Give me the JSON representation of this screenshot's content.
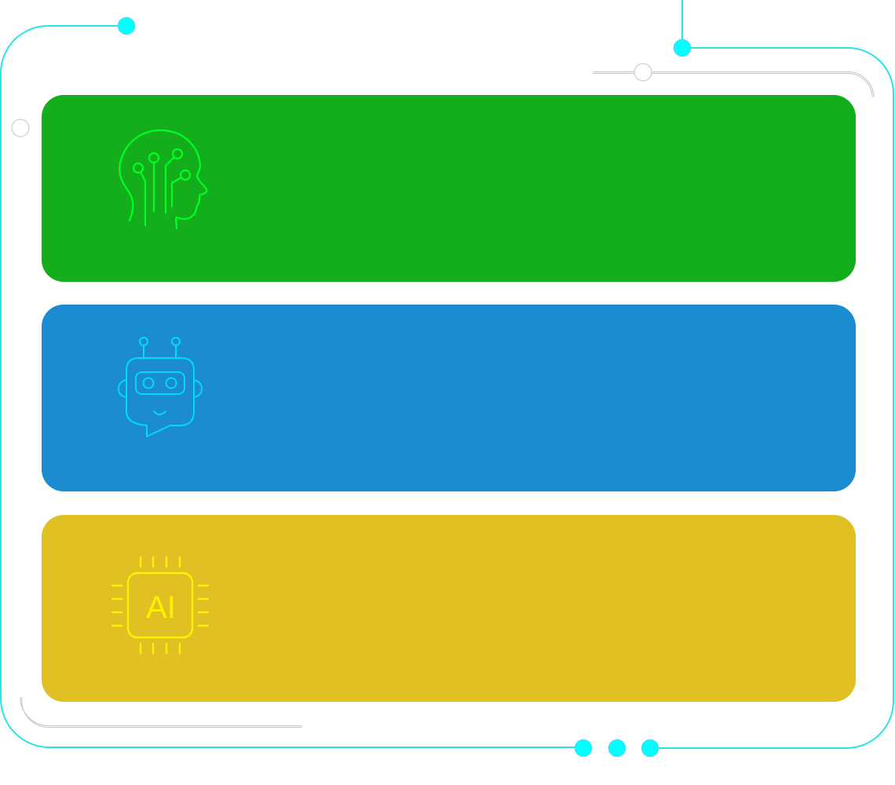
{
  "frame": {
    "accent_color": "#00ffff",
    "line_color": "#29e3ea",
    "decor_line_color": "#c0c0c0"
  },
  "cards": [
    {
      "id": "ai-brain",
      "color": "#14ae1c",
      "icon": "ai-head-circuit-icon",
      "icon_color": "#00ff22",
      "text": ""
    },
    {
      "id": "chatbot",
      "color": "#1a8ccf",
      "icon": "robot-chatbot-icon",
      "icon_color": "#00d8ff",
      "text": ""
    },
    {
      "id": "ai-chip",
      "color": "#e0c023",
      "icon": "ai-chip-icon",
      "icon_color": "#fff200",
      "text": "",
      "chip_label": "AI"
    }
  ],
  "decorations": {
    "bottom_dots": 3
  }
}
